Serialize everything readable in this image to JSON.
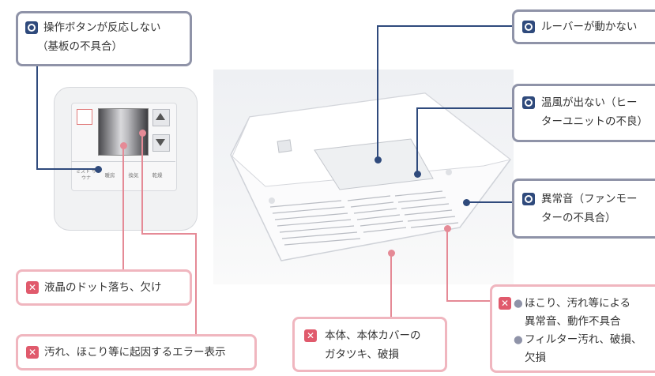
{
  "callouts": {
    "button": {
      "line1": "操作ボタンが反応しない",
      "line2": "（基板の不具合）"
    },
    "louver": {
      "line1": "ルーバーが動かない"
    },
    "warm_air": {
      "line1": "温風が出ない（ヒー",
      "line2": "ターユニットの不良）"
    },
    "noise": {
      "line1": "異常音（ファンモー",
      "line2": "ターの不具合）"
    },
    "lcd_dots": {
      "line1": "液晶のドット落ち、欠け"
    },
    "error_display": {
      "line1": "汚れ、ほこり等に起因するエラー表示"
    },
    "body_cover": {
      "line1": "本体、本体カバーの",
      "line2": "ガタツキ、破損"
    },
    "dust": {
      "line1": "ほこり、汚れ等による",
      "line2": "異常音、動作不具合",
      "line3": "フィルター汚れ、破損、",
      "line4": "欠損"
    }
  },
  "remote": {
    "buttons": [
      "ミスト サウナ",
      "暖房",
      "換気",
      "乾燥"
    ]
  },
  "colors": {
    "ok_mark": "#2f4a7c",
    "ng_mark": "#e05a6c",
    "ok_border": "#8f93a8",
    "ng_border": "#f0b6bf",
    "ok_line": "#2f4a7c",
    "ng_line": "#e58a96"
  }
}
